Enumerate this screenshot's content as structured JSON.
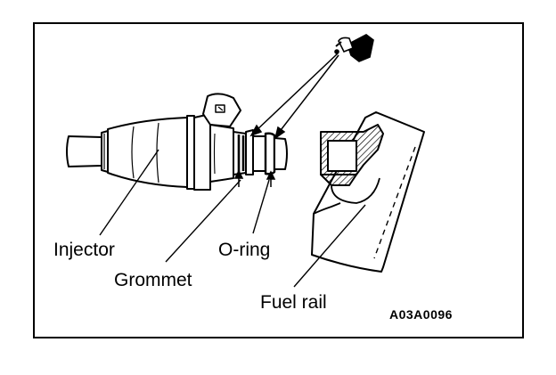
{
  "diagram": {
    "labels": {
      "injector": "Injector",
      "grommet": "Grommet",
      "o_ring": "O-ring",
      "fuel_rail": "Fuel rail"
    },
    "figure_code": "A03A0096"
  }
}
